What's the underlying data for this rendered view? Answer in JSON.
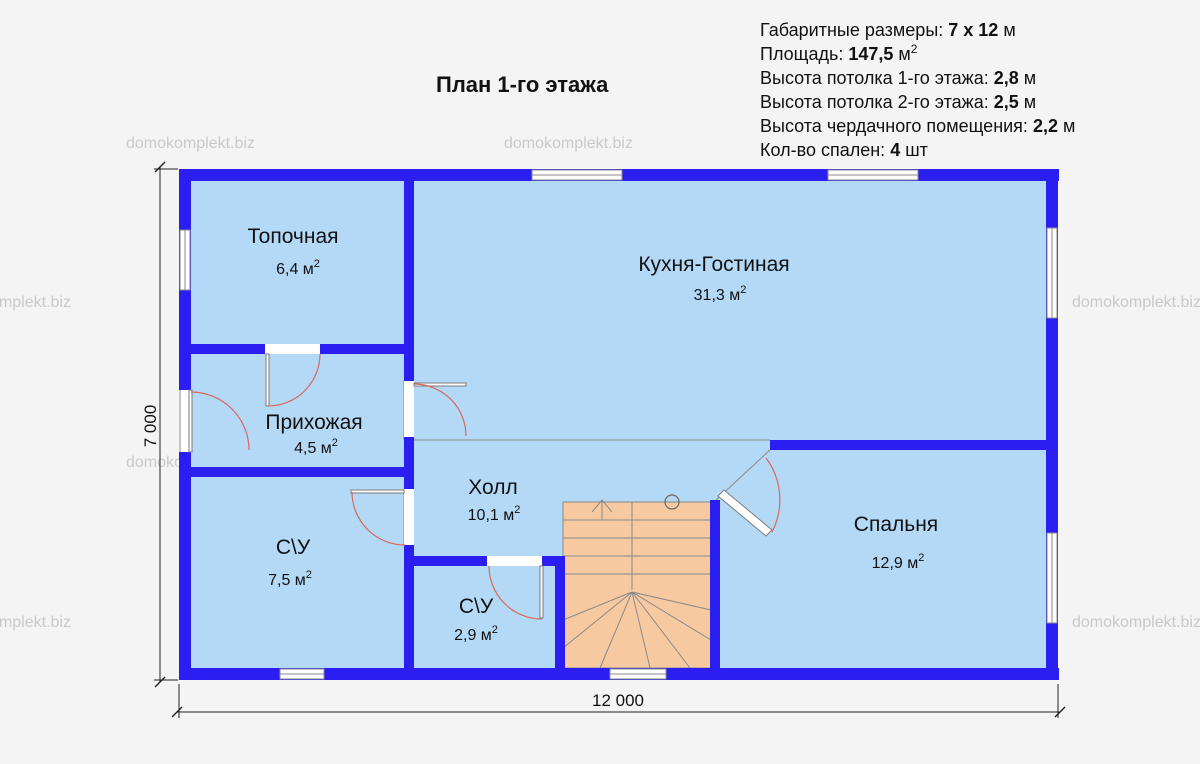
{
  "title": "План 1-го этажа",
  "specs": [
    {
      "label": "Габаритные размеры: ",
      "value": "7 х 12",
      "unit": " м",
      "sup": ""
    },
    {
      "label": "Площадь: ",
      "value": "147,5",
      "unit": " м",
      "sup": "2"
    },
    {
      "label": "Высота потолка 1-го этажа: ",
      "value": "2,8",
      "unit": " м",
      "sup": ""
    },
    {
      "label": "Высота потолка 2-го этажа: ",
      "value": "2,5",
      "unit": " м",
      "sup": ""
    },
    {
      "label": "Высота чердачного помещения: ",
      "value": "2,2",
      "unit": " м",
      "sup": ""
    },
    {
      "label": "Кол-во спален: ",
      "value": "4",
      "unit": " шт",
      "sup": ""
    }
  ],
  "rooms": [
    {
      "id": "topochnaya",
      "name": "Топочная",
      "area": "6,4 м",
      "sup": "2"
    },
    {
      "id": "kitchen",
      "name": "Кухня-Гостиная",
      "area": "31,3 м",
      "sup": "2"
    },
    {
      "id": "hallway",
      "name": "Прихожая",
      "area": "4,5 м",
      "sup": "2"
    },
    {
      "id": "hall",
      "name": "Холл",
      "area": "10,1 м",
      "sup": "2"
    },
    {
      "id": "bedroom",
      "name": "Спальня",
      "area": "12,9 м",
      "sup": "2"
    },
    {
      "id": "bath-large",
      "name": "С\\У",
      "area": "7,5 м",
      "sup": "2"
    },
    {
      "id": "bath-small",
      "name": "С\\У",
      "area": "2,9 м",
      "sup": "2"
    }
  ],
  "dimensions": {
    "width": "12 000",
    "height": "7 000"
  },
  "watermark": "domokomplekt.biz",
  "colors": {
    "wall": "#2a1ef0",
    "floor": "#b3d9f7",
    "stairs": "#f7c9a0",
    "door_swing": "#d96a5a"
  }
}
